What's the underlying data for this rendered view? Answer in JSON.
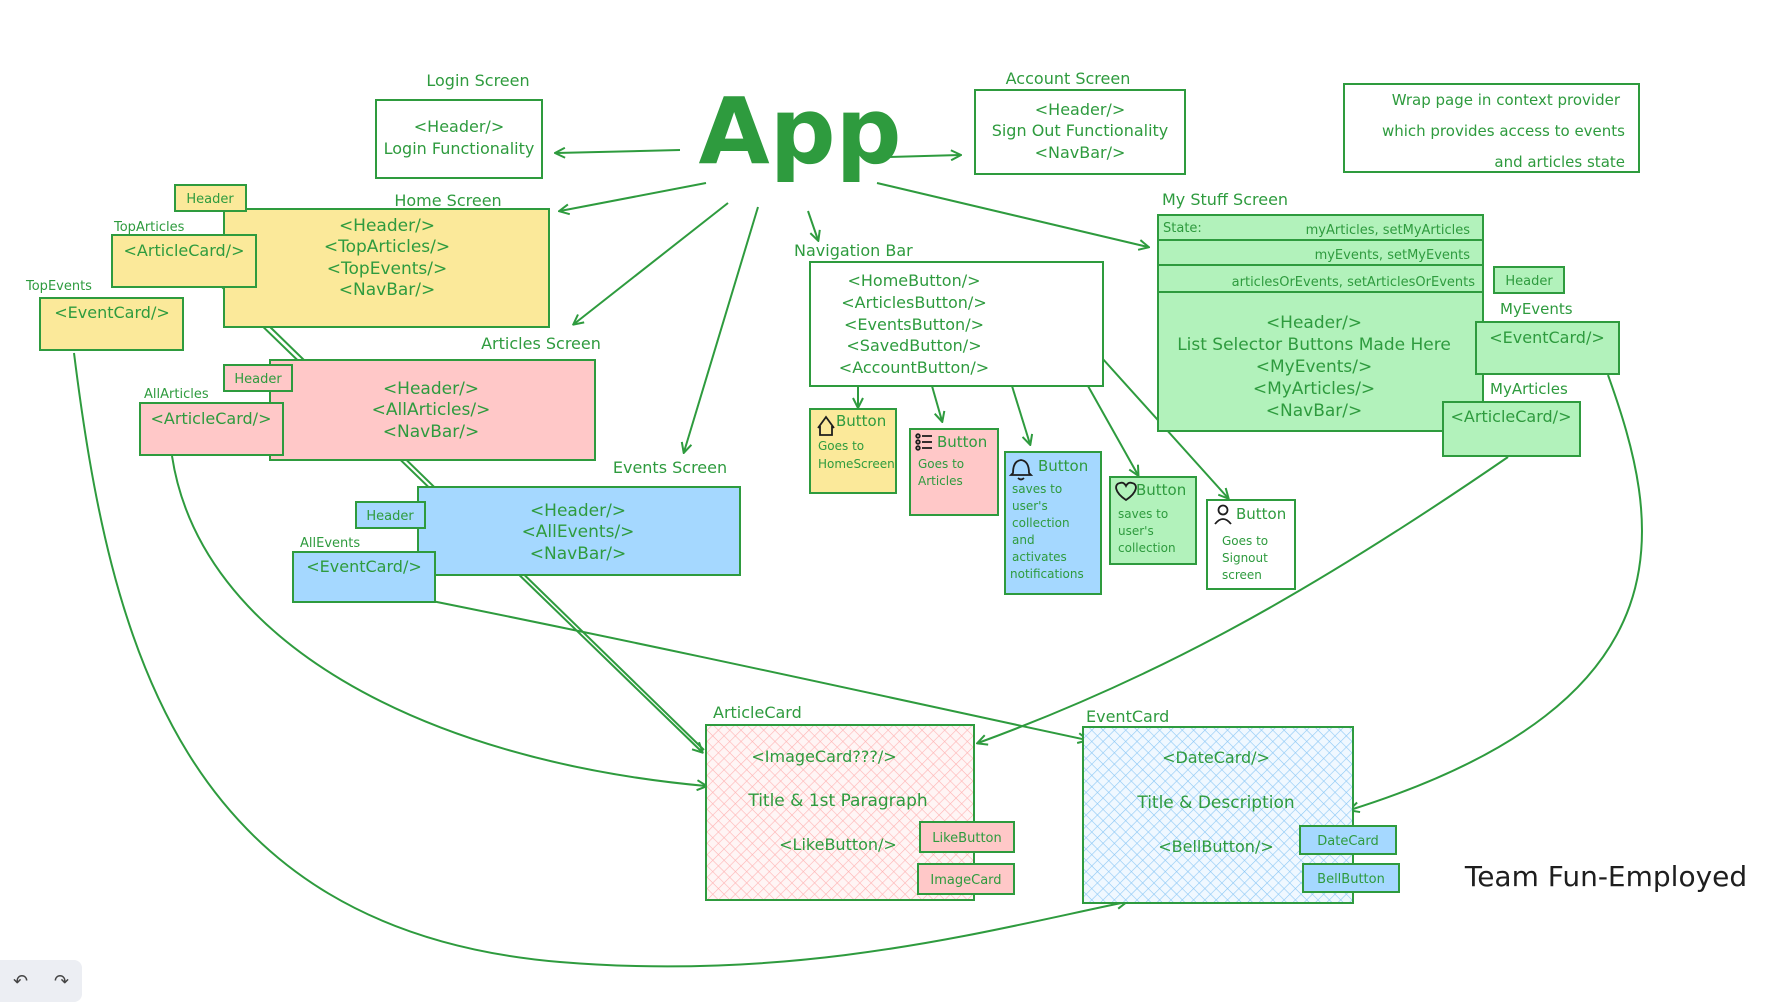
{
  "colors": {
    "stroke": "#2e9b3e",
    "yellow": "#fbe99a",
    "pink": "#ffc8c8",
    "blue": "#a5d8ff",
    "green": "#b2f2bb",
    "white": "#ffffff",
    "ink": "#1e1e1e"
  },
  "app": {
    "title": "App"
  },
  "login": {
    "title": "Login Screen",
    "lines": [
      "<Header/>",
      "Login Functionality"
    ]
  },
  "account": {
    "title": "Account Screen",
    "lines": [
      "<Header/>",
      "Sign Out Functionality",
      "<NavBar/>"
    ]
  },
  "note": {
    "lines": [
      "Wrap page in context provider",
      "which provides access to events",
      "and articles state"
    ]
  },
  "home": {
    "title": "Home Screen",
    "lines": [
      "<Header/>",
      "<TopArticles/>",
      "<TopEvents/>",
      "<NavBar/>"
    ],
    "header_tag": "Header",
    "top_articles_label": "TopArticles",
    "article_card": "<ArticleCard/>",
    "top_events_label": "TopEvents",
    "event_card": "<EventCard/>"
  },
  "articles": {
    "title": "Articles Screen",
    "lines": [
      "<Header/>",
      "<AllArticles/>",
      "<NavBar/>"
    ],
    "header_tag": "Header",
    "all_label": "AllArticles",
    "article_card": "<ArticleCard/>"
  },
  "events": {
    "title": "Events Screen",
    "lines": [
      "<Header/>",
      "<AllEvents/>",
      "<NavBar/>"
    ],
    "header_tag": "Header",
    "all_label": "AllEvents",
    "event_card": "<EventCard/>"
  },
  "navbar": {
    "title": "Navigation Bar",
    "lines": [
      "<HomeButton/>",
      "<ArticlesButton/>",
      "<EventsButton/>",
      "<SavedButton/>",
      "<AccountButton/>"
    ]
  },
  "buttons": [
    {
      "icon": "home-icon",
      "title": "Button",
      "lines": [
        "Goes to",
        "HomeScreen"
      ]
    },
    {
      "icon": "list-icon",
      "title": "Button",
      "lines": [
        "Goes to",
        "Articles"
      ]
    },
    {
      "icon": "bell-icon",
      "title": "Button",
      "lines": [
        "saves to",
        "user's",
        "collection",
        "and",
        "activates",
        "notifications"
      ]
    },
    {
      "icon": "heart-icon",
      "title": "Button",
      "lines": [
        "saves to",
        "user's",
        "collection"
      ]
    },
    {
      "icon": "user-icon",
      "title": "Button",
      "lines": [
        "Goes to",
        "Signout",
        "screen"
      ]
    }
  ],
  "mystuff": {
    "title": "My Stuff Screen",
    "state_label": "State:",
    "state_rows": [
      "myArticles, setMyArticles",
      "myEvents, setMyEvents",
      "articlesOrEvents, setArticlesOrEvents"
    ],
    "lines": [
      "<Header/>",
      "List Selector Buttons Made Here",
      "<MyEvents/>",
      "<MyArticles/>",
      "<NavBar/>"
    ],
    "header_tag": "Header",
    "myevents_label": "MyEvents",
    "event_card": "<EventCard/>",
    "myarticles_label": "MyArticles",
    "article_card": "<ArticleCard/>"
  },
  "article_card": {
    "title": "ArticleCard",
    "lines": [
      "<ImageCard???/>",
      "Title & 1st Paragraph",
      "<LikeButton/>"
    ],
    "like_tag": "LikeButton",
    "image_tag": "ImageCard"
  },
  "event_card": {
    "title": "EventCard",
    "lines": [
      "<DateCard/>",
      "Title & Description",
      "<BellButton/>"
    ],
    "date_tag": "DateCard",
    "bell_tag": "BellButton"
  },
  "team": {
    "name": "Team Fun-Employed"
  },
  "toolbar": {
    "undo": "↶",
    "redo": "↷"
  }
}
